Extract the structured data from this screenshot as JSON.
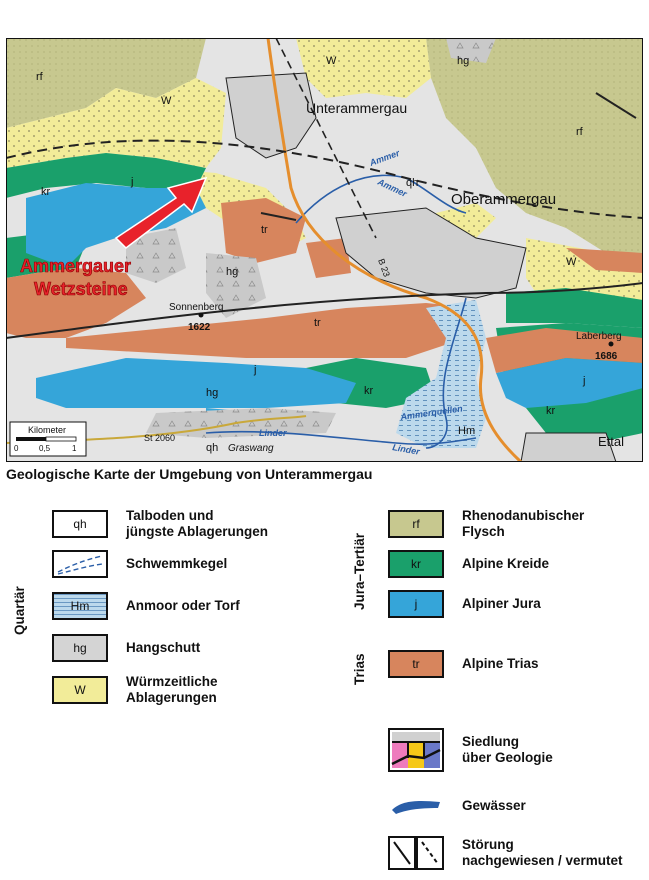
{
  "map": {
    "labels": {
      "unterammergau": "Unterammergau",
      "oberammergau": "Oberammergau",
      "ettal": "Ettal",
      "graswang": "Graswang",
      "ammer1": "Ammer",
      "ammer2": "Ammer",
      "ammerquellen": "Ammerquellen",
      "linder1": "Linder",
      "linder2": "Linder",
      "b23": "B 23",
      "st2060": "St 2060",
      "sonnenberg": "Sonnenberg",
      "sonnenberg_elev": "1622",
      "laberberg": "Laberberg",
      "laberberg_elev": "1686",
      "wetzsteine1": "Ammergauer",
      "wetzsteine2": "Wetzsteine",
      "scale_title": "Kilometer",
      "scale_0": "0",
      "scale_05": "0,5",
      "scale_1": "1"
    },
    "units": {
      "rf": "rf",
      "w": "W",
      "kr": "kr",
      "j": "j",
      "tr": "tr",
      "hg": "hg",
      "qh": "qh",
      "hm": "Hm"
    },
    "colors": {
      "rf": "#c7c88f",
      "w": "#f2ec99",
      "kr": "#1aa06b",
      "j": "#35a5d9",
      "tr": "#d7855d",
      "hg": "#c9c9c9",
      "qh": "#e6e6e6",
      "hm": "#b9d6ea",
      "settlement": "#d0d0d0",
      "road": "#e58e2d",
      "arrow": "#e8222b",
      "water": "#2a5ea8"
    }
  },
  "title": "Geologische Karte der Umgebung von Unterammergau",
  "groups": {
    "quartaer": "Quartär",
    "jura_tertiaer": "Jura–Tertiär",
    "trias": "Trias"
  },
  "legend": {
    "left": [
      {
        "code": "qh",
        "label": "Talboden und\njüngste Ablagerungen"
      },
      {
        "code": "",
        "label": "Schwemmkegel"
      },
      {
        "code": "Hm",
        "label": "Anmoor oder Torf"
      },
      {
        "code": "hg",
        "label": "Hangschutt"
      },
      {
        "code": "W",
        "label": "Würmzeitliche\nAblagerungen"
      }
    ],
    "right": [
      {
        "code": "rf",
        "label": "Rhenodanubischer\nFlysch"
      },
      {
        "code": "kr",
        "label": "Alpine Kreide"
      },
      {
        "code": "j",
        "label": "Alpiner Jura"
      },
      {
        "code": "tr",
        "label": "Alpine Trias"
      }
    ],
    "siedlung": "Siedlung\nüber Geologie",
    "gewaesser": "Gewässer",
    "stoerung": "Störung\nnachgewiesen / vermutet"
  }
}
